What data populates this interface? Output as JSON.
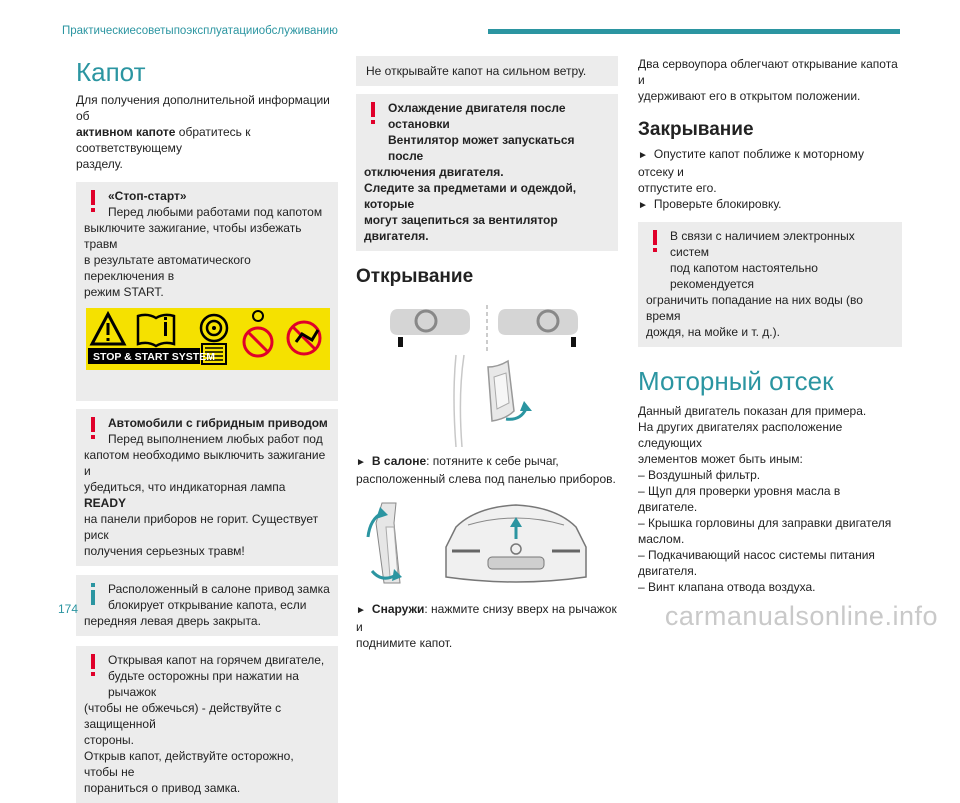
{
  "header": {
    "title": "Практическиесоветыпоэксплуатацииобслуживанию"
  },
  "page_number": "174",
  "watermark": "carmanualsonline.info",
  "col1": {
    "title": "Капот",
    "intro_1": "Для получения дополнительной информации об",
    "intro_bold": "активном капоте",
    "intro_2": " обратитесь к соответствующему",
    "intro_3": "разделу.",
    "warn1": {
      "title": "«Стоп-старт»",
      "l1": "Перед любыми работами под капотом",
      "l2": "выключите зажигание, чтобы избежать травм",
      "l3": "в результате автоматического переключения в",
      "l4": "режим START."
    },
    "label_text": "STOP & START SYSTEM",
    "warn2": {
      "title": "Автомобили с гибридным приводом",
      "l1": "Перед выполнением любых работ под",
      "l2": "капотом необходимо выключить зажигание и",
      "l3a": "убедиться, что индикаторная лампа ",
      "l3b": "READY",
      "l4": "на панели приборов не горит. Существует риск",
      "l5": "получения серьезных травм!"
    },
    "info1": {
      "l1": "Расположенный в салоне привод замка",
      "l2": "блокирует открывание капота, если",
      "l3": "передняя левая дверь закрыта."
    },
    "warn3": {
      "l1": "Открывая капот на горячем двигателе,",
      "l2": "будьте осторожны при нажатии на рычажок",
      "l3": "(чтобы не обжечься) - действуйте с защищенной",
      "l4": "стороны.",
      "l5": "Открыв капот, действуйте осторожно, чтобы не",
      "l6": "пораниться о привод замка."
    }
  },
  "col2": {
    "wind_note": "Не открывайте капот на сильном ветру.",
    "warn4": {
      "l1": "Охлаждение двигателя после остановки",
      "l2": "Вентилятор может запускаться после",
      "l3": "отключения двигателя.",
      "l4": "Следите за предметами и одеждой, которые",
      "l5": "могут зацепиться за вентилятор двигателя."
    },
    "opening_title": "Открывание",
    "step1_bold": "В салоне",
    "step1_rest": ": потяните к себе рычаг,",
    "step1_l2": "расположенный слева под панелью приборов.",
    "step2_bold": "Снаружи",
    "step2_rest": ": нажмите снизу вверх на рычажок и",
    "step2_l2": "поднимите капот."
  },
  "col3": {
    "struts_l1": "Два сервоупора облегчают открывание капота и",
    "struts_l2": "удерживают его в открытом положении.",
    "closing_title": "Закрывание",
    "close1_l1": "Опустите капот поближе к моторному отсеку и",
    "close1_l2": "отпустите его.",
    "close2": "Проверьте блокировку.",
    "warn5": {
      "l1": "В связи с наличием электронных систем",
      "l2": "под капотом настоятельно рекомендуется",
      "l3": "ограничить попадание на них воды (во время",
      "l4": "дождя, на мойке и т. д.)."
    },
    "engine_title": "Моторный отсек",
    "engine_l1": "Данный двигатель показан для примера.",
    "engine_l2": "На других двигателях расположение следующих",
    "engine_l3": "элементов может быть иным:",
    "items": [
      "–  Воздушный фильтр.",
      "–  Щуп для проверки уровня масла в двигателе.",
      "–  Крышка горловины для заправки двигателя",
      "маслом.",
      "–  Подкачивающий насос системы питания",
      "двигателя.",
      "–  Винт клапана отвода воздуха."
    ]
  },
  "icons": [
    "exclamation-icon",
    "info-icon",
    "triangle-pointer-icon"
  ]
}
